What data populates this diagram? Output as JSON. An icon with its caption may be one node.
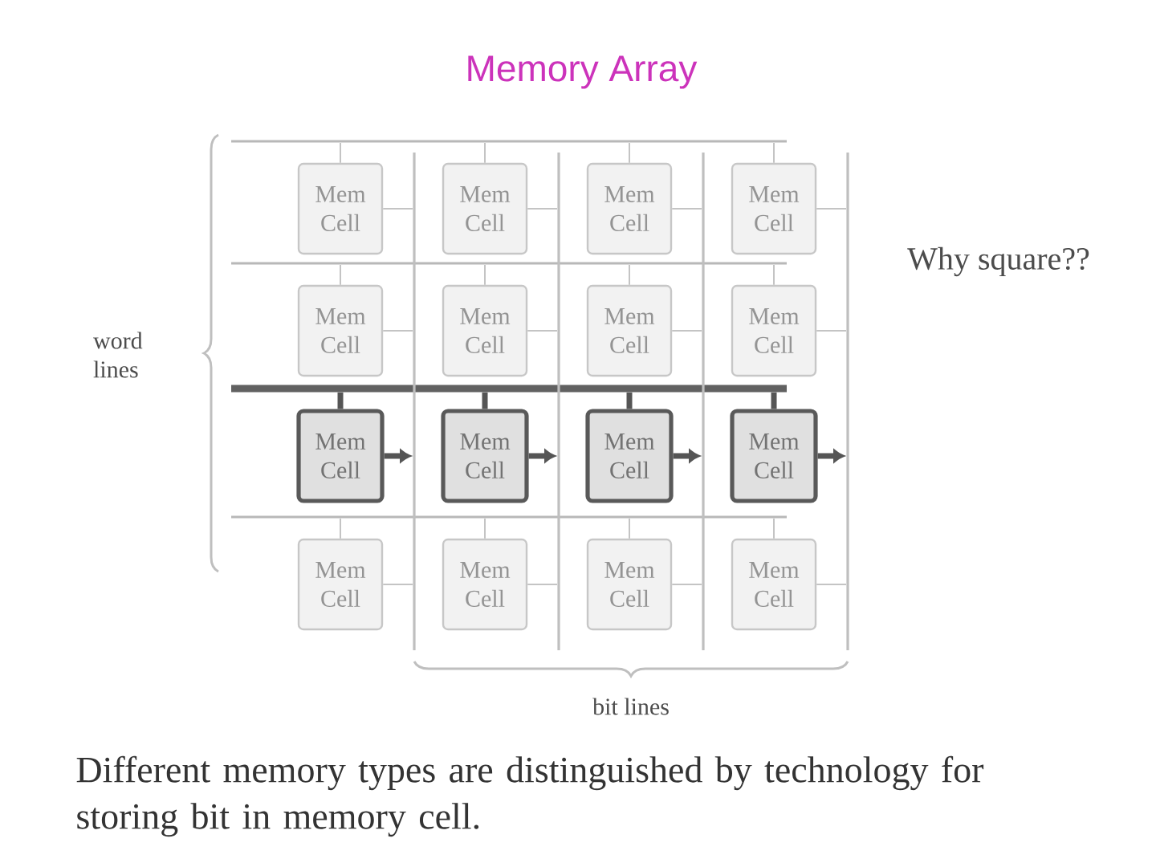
{
  "diagram": {
    "title": "Memory Array",
    "nodes": [
      {
        "text": [
          "Mem Cell"
        ]
      },
      {
        "text": [
          "Mem Cell"
        ]
      },
      {
        "text": [
          "Mem Cell"
        ]
      },
      {
        "text": [
          "Mem Cell"
        ]
      },
      {
        "text": [
          "Mem Cell"
        ]
      },
      {
        "text": [
          "Mem Cell"
        ]
      },
      {
        "text": [
          "Mem Cell"
        ]
      },
      {
        "text": [
          "Mem Cell"
        ]
      },
      {
        "text": [
          "Mem Cell"
        ]
      },
      {
        "text": [
          "Mem Cell"
        ]
      },
      {
        "text": [
          "Mem Cell"
        ]
      },
      {
        "text": [
          "Mem Cell"
        ]
      },
      {
        "text": [
          "Mem Cell"
        ]
      },
      {
        "text": [
          "Mem Cell"
        ]
      },
      {
        "text": [
          "Mem Cell"
        ]
      },
      {
        "text": [
          "Mem Cell"
        ]
      },
      {
        "text": [],
        "shape": "bar"
      },
      {
        "text": [],
        "shape": "bar"
      },
      {
        "text": [],
        "shape": "bar"
      },
      {
        "text": [],
        "shape": "bar"
      },
      {
        "text": [],
        "shape": "bar"
      },
      {
        "text": [],
        "shape": "bar"
      },
      {
        "text": [],
        "shape": "bar"
      },
      {
        "text": [],
        "shape": "bar"
      }
    ],
    "edges": [
      {
        "from": 16,
        "to": 0,
        "arrow": "none"
      },
      {
        "from": 16,
        "to": 1,
        "arrow": "none"
      },
      {
        "from": 16,
        "to": 2,
        "arrow": "none"
      },
      {
        "from": 16,
        "to": 3,
        "arrow": "none"
      },
      {
        "from": 17,
        "to": 4,
        "arrow": "none"
      },
      {
        "from": 17,
        "to": 5,
        "arrow": "none"
      },
      {
        "from": 17,
        "to": 6,
        "arrow": "none"
      },
      {
        "from": 17,
        "to": 7,
        "arrow": "none"
      },
      {
        "from": 18,
        "to": 8,
        "arrow": "none",
        "style": "thick",
        "color": "#555555"
      },
      {
        "from": 18,
        "to": 9,
        "arrow": "none",
        "style": "thick",
        "color": "#555555"
      },
      {
        "from": 18,
        "to": 10,
        "arrow": "none",
        "style": "thick",
        "color": "#555555"
      },
      {
        "from": 18,
        "to": 11,
        "arrow": "none",
        "style": "thick",
        "color": "#555555"
      },
      {
        "from": 19,
        "to": 12,
        "arrow": "none"
      },
      {
        "from": 19,
        "to": 13,
        "arrow": "none"
      },
      {
        "from": 19,
        "to": 14,
        "arrow": "none"
      },
      {
        "from": 19,
        "to": 15,
        "arrow": "none"
      },
      {
        "from": 0,
        "to": 20,
        "arrow": "none"
      },
      {
        "from": 1,
        "to": 21,
        "arrow": "none"
      },
      {
        "from": 2,
        "to": 22,
        "arrow": "none"
      },
      {
        "from": 3,
        "to": 23,
        "arrow": "none"
      },
      {
        "from": 4,
        "to": 20,
        "arrow": "none"
      },
      {
        "from": 5,
        "to": 21,
        "arrow": "none"
      },
      {
        "from": 6,
        "to": 22,
        "arrow": "none"
      },
      {
        "from": 7,
        "to": 23,
        "arrow": "none"
      },
      {
        "from": 8,
        "to": 20,
        "arrow": "to",
        "style": "thick",
        "color": "#555555"
      },
      {
        "from": 9,
        "to": 21,
        "arrow": "to",
        "style": "thick",
        "color": "#555555"
      },
      {
        "from": 10,
        "to": 22,
        "arrow": "to",
        "style": "thick",
        "color": "#555555"
      },
      {
        "from": 11,
        "to": 23,
        "arrow": "to",
        "style": "thick",
        "color": "#555555"
      },
      {
        "from": 12,
        "to": 20,
        "arrow": "none"
      },
      {
        "from": 13,
        "to": 21,
        "arrow": "none"
      },
      {
        "from": 14,
        "to": 22,
        "arrow": "none"
      },
      {
        "from": 15,
        "to": 23,
        "arrow": "none"
      }
    ],
    "labels": [
      "Why square??",
      "word lines",
      "bit lines",
      "Different memory types are distinguished by technology for storing bit in memory cell."
    ]
  }
}
